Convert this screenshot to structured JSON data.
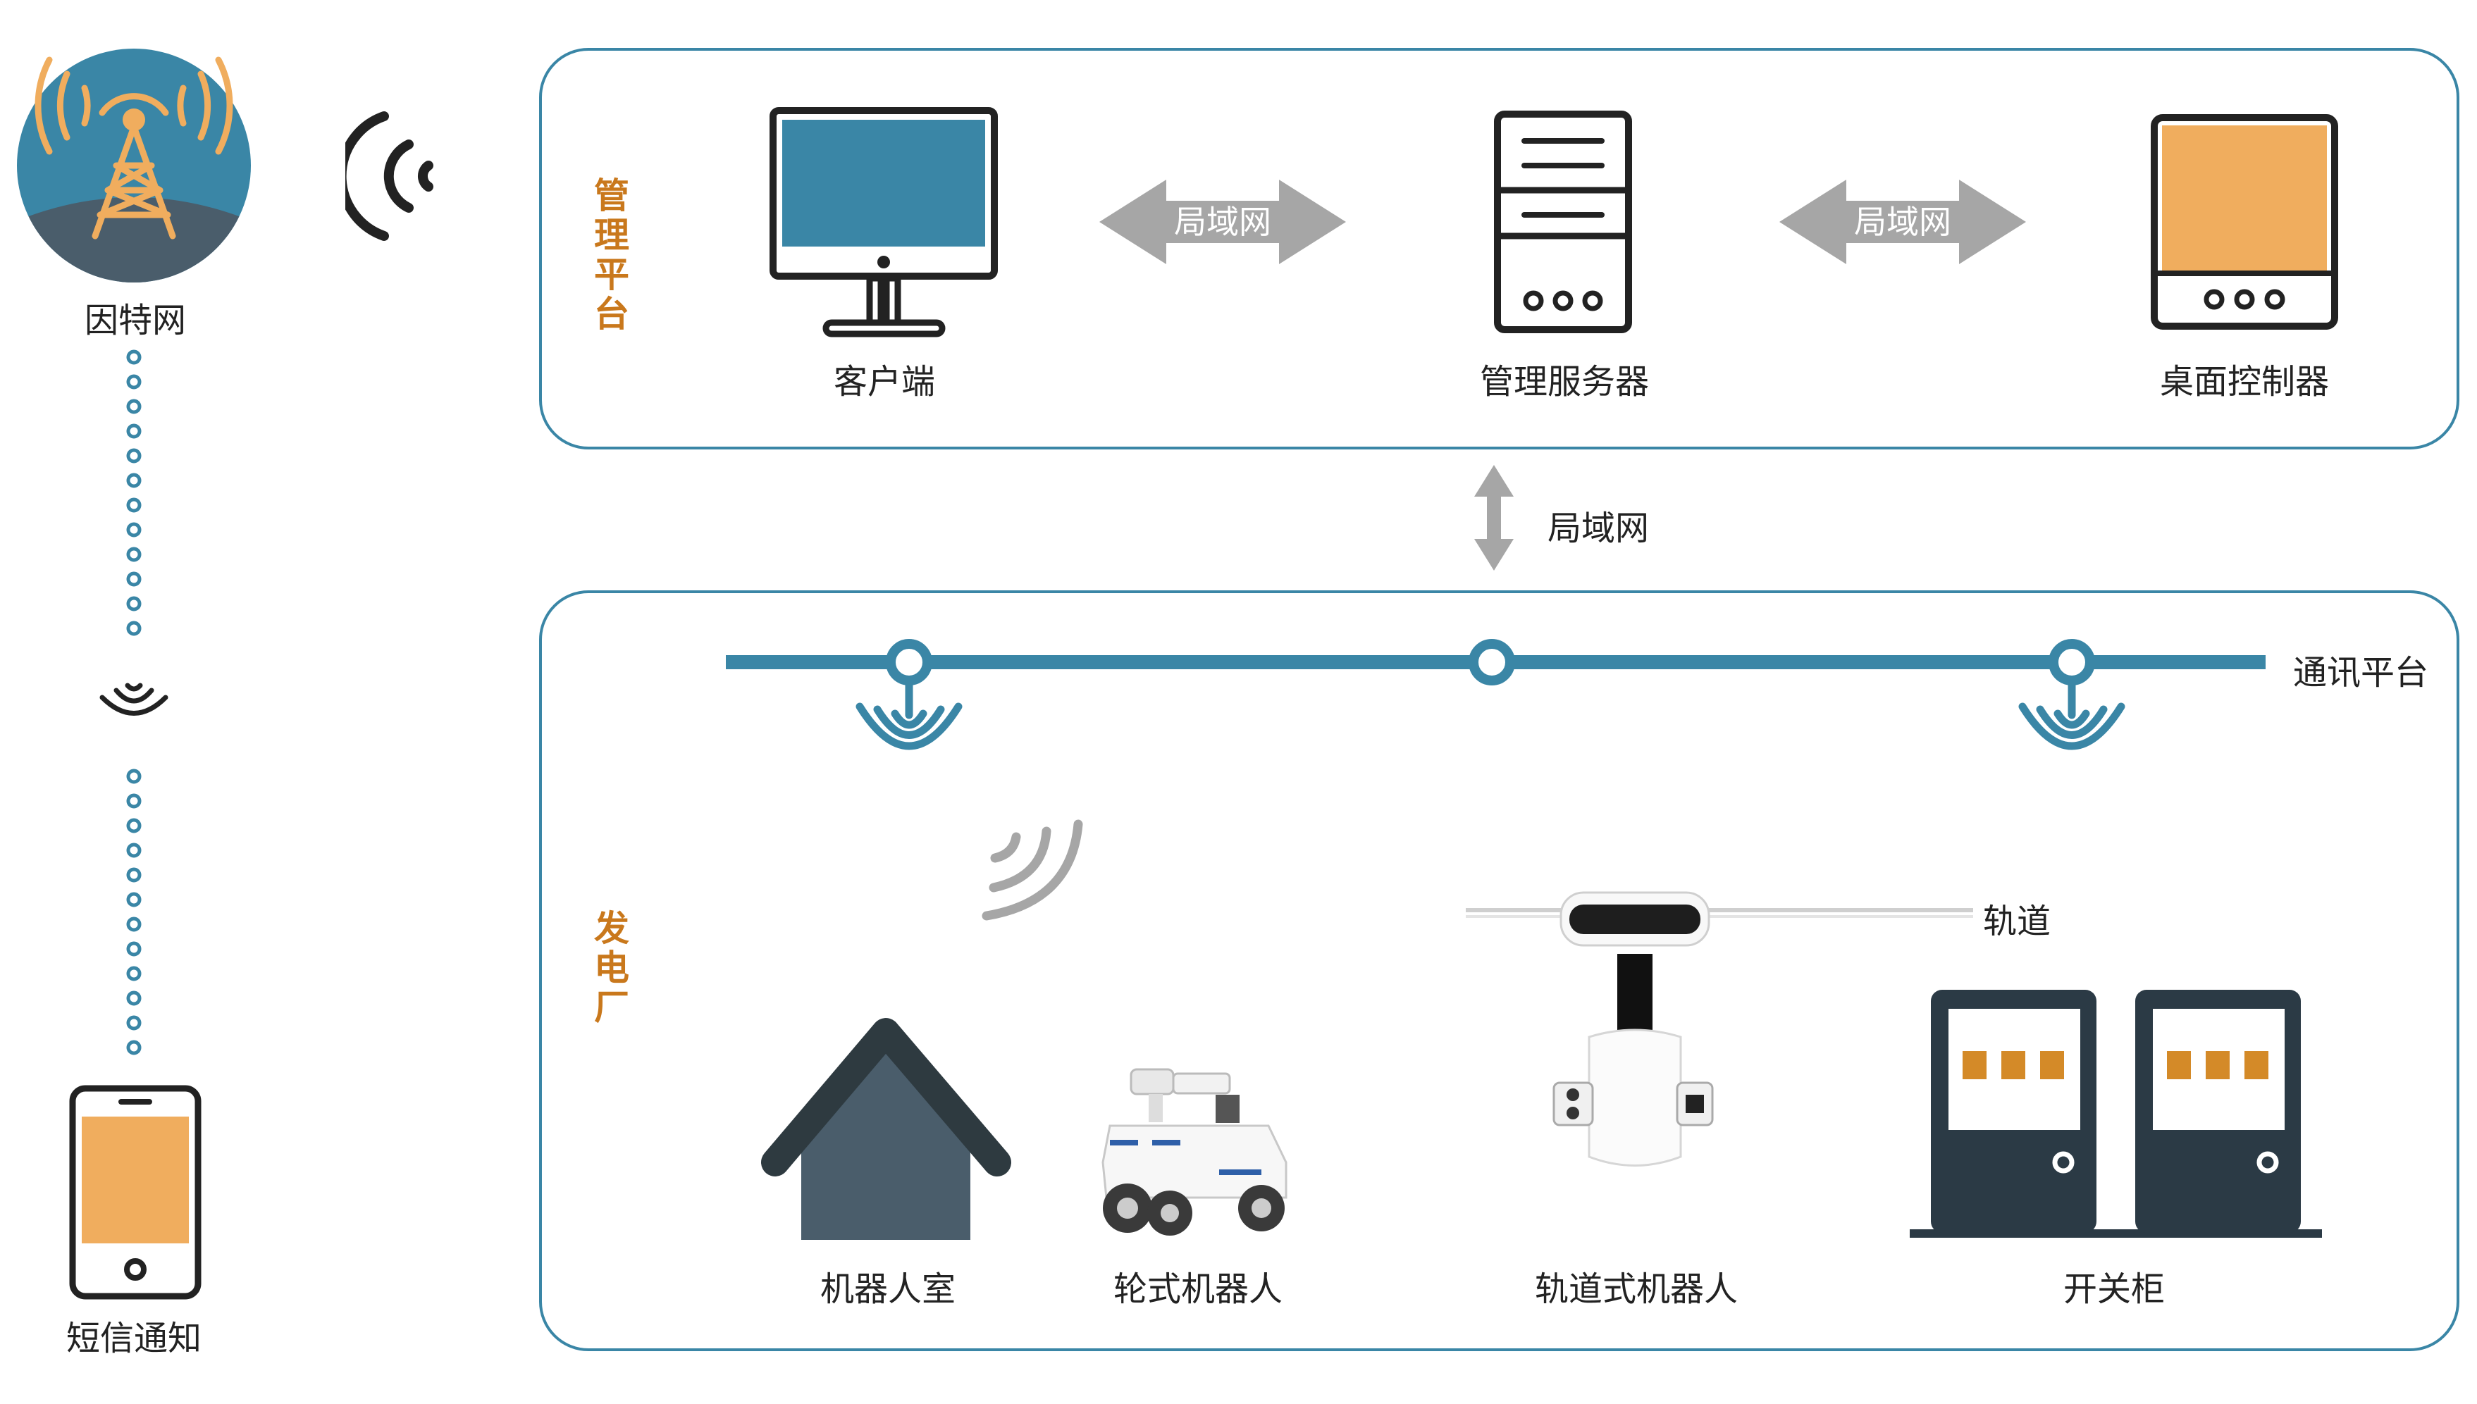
{
  "left": {
    "internet_label": "因特网",
    "sms_label": "短信通知"
  },
  "management": {
    "side_label": "管理平台",
    "client_label": "客户端",
    "server_label": "管理服务器",
    "desktop_label": "桌面控制器",
    "lan_left": "局域网",
    "lan_right": "局域网"
  },
  "link": {
    "lan_label": "局域网"
  },
  "plant": {
    "side_label": "发电厂",
    "comm_label": "通讯平台",
    "track_label": "轨道",
    "robot_room_label": "机器人室",
    "wheeled_robot_label": "轮式机器人",
    "rail_robot_label": "轨道式机器人",
    "switch_cabinet_label": "开关柜"
  },
  "colors": {
    "blue": "#3a86a6",
    "orange": "#f0ad5e",
    "dark": "#2b3a45",
    "accent_label": "#c9781c",
    "gray_arrow": "#a6a6a6"
  }
}
